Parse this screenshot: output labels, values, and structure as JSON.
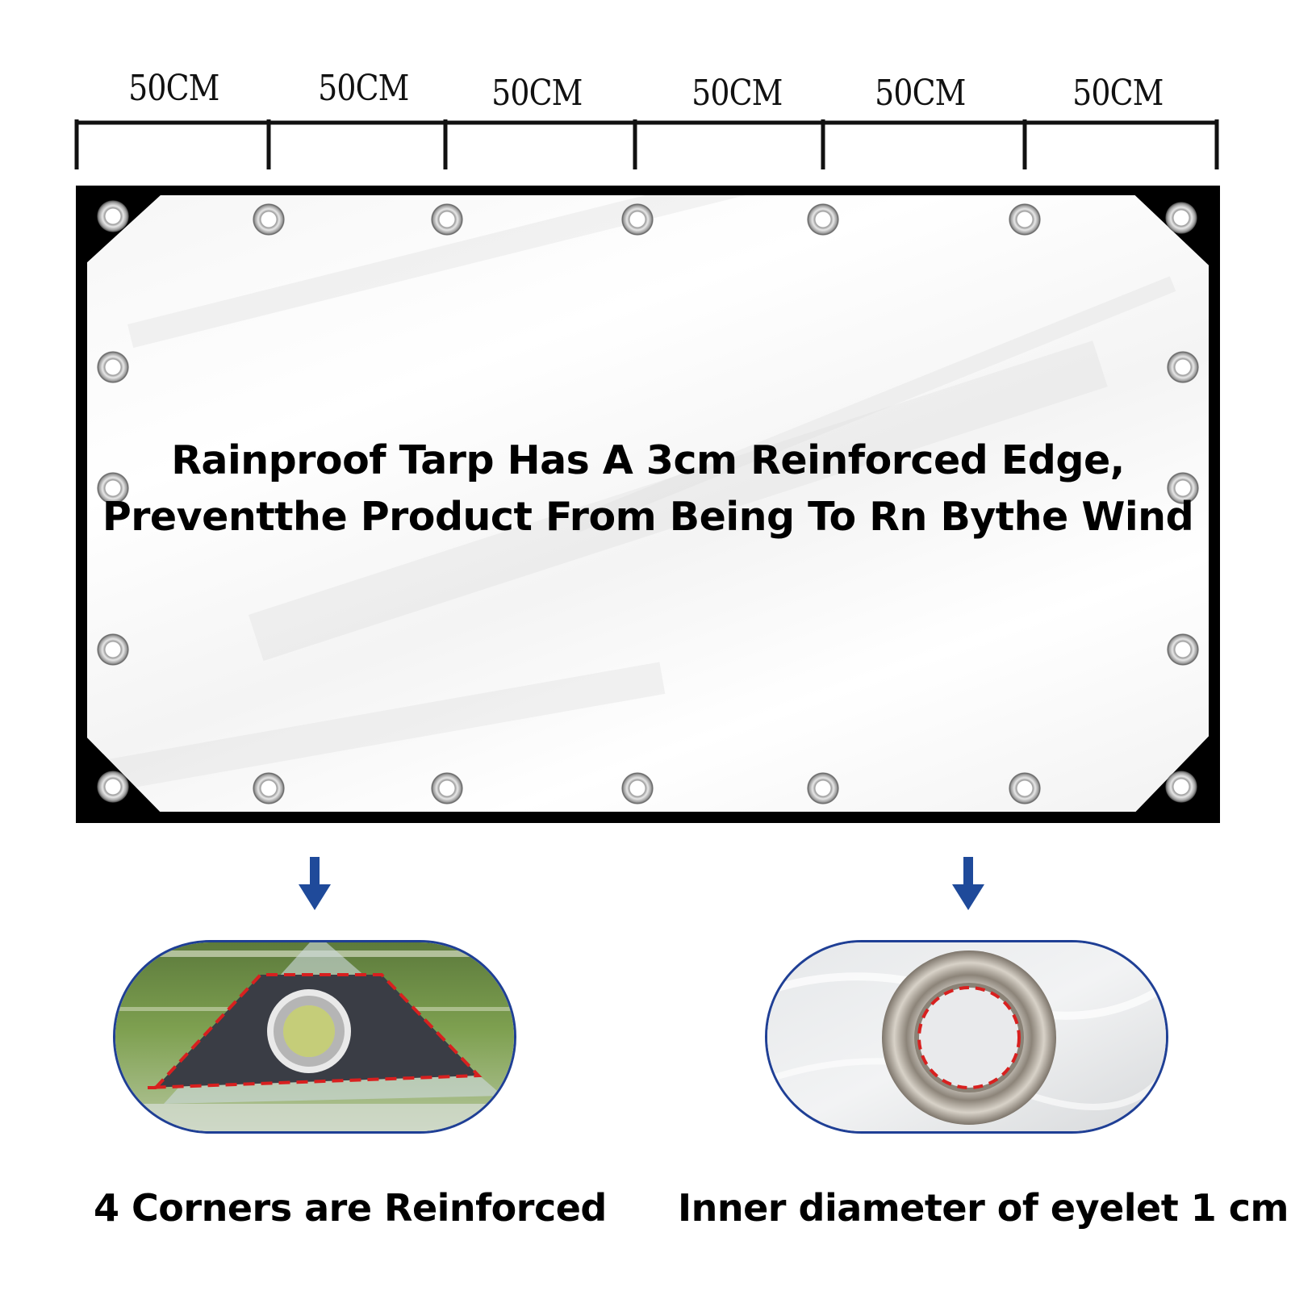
{
  "ruler": {
    "segments": [
      "50CM",
      "50CM",
      "50CM",
      "50CM",
      "50CM",
      "50CM"
    ]
  },
  "tarp": {
    "headline_line1": "Rainproof Tarp Has A 3cm Reinforced Edge,",
    "headline_line2": "Preventthe Product From Being To Rn Bythe Wind"
  },
  "details": {
    "left_caption": "4 Corners are Reinforced",
    "right_caption": "Inner diameter of eyelet 1 cm"
  },
  "colors": {
    "frame": "#000000",
    "arrow": "#1f4a9a",
    "capsule_border": "#1f3f95",
    "dashed_outline": "#d8201f"
  },
  "icons": {
    "arrow": "down-arrow-icon",
    "eyelet": "eyelet-icon"
  }
}
